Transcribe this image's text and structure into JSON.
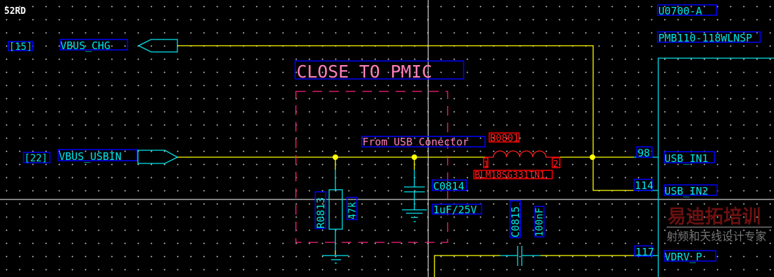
{
  "app_badge": "52RD",
  "offpage": [
    {
      "ref": "[15]",
      "net": "VBUS_CHG"
    },
    {
      "ref": "[22]",
      "net": "VBUS_USBIN"
    }
  ],
  "region_note": "CLOSE TO PMIC",
  "net_note": "From USB Conector",
  "components": {
    "resistor": {
      "ref": "R0813",
      "value": "47k"
    },
    "cap1": {
      "ref": "C0814",
      "value": "1uF/25V"
    },
    "cap2": {
      "ref": "C0815",
      "value": "100nF"
    },
    "bead": {
      "ref": "B0801",
      "part": "BLM18SG331TN1",
      "pin1": "1",
      "pin2": "2"
    }
  },
  "ic": {
    "ref": "U0700-A",
    "part": "PMB110-118WLNSP",
    "pins": [
      {
        "num": "98",
        "name": "USB_IN1"
      },
      {
        "num": "114",
        "name": "USB_IN2"
      },
      {
        "num": "117",
        "name": "VDRV_P"
      }
    ]
  },
  "watermark": {
    "line1": "易迪拓培训",
    "line2": "射频和天线设计专家"
  },
  "colors": {
    "wire": "#ffff00",
    "symbol": "#00e5ee",
    "note": "#ff80c0",
    "bead": "#ff2020",
    "label_box": "#0000ff",
    "background": "#000000"
  }
}
